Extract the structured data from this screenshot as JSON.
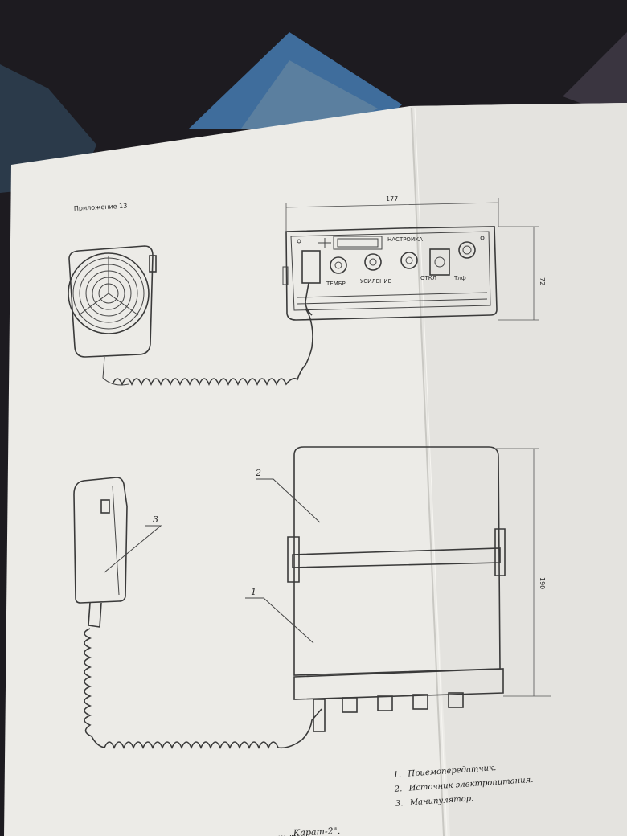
{
  "document": {
    "header_label": "Приложение 13",
    "dimensions": {
      "width": "177",
      "height_front": "72",
      "height_side": "190"
    },
    "panel_labels": {
      "tuning": "НАСТРОЙКА",
      "tone": "ТЕМБР",
      "gain": "УСИЛЕНИЕ",
      "off": "ОТКЛ",
      "tel": "Тлф"
    },
    "callouts": [
      "1",
      "2",
      "3"
    ],
    "legend": [
      {
        "num": "1.",
        "text": "Приемопередатчик."
      },
      {
        "num": "2.",
        "text": "Источник электропитания."
      },
      {
        "num": "3.",
        "text": "Манипулятор."
      }
    ],
    "caption": "... „Карат-2\"."
  }
}
